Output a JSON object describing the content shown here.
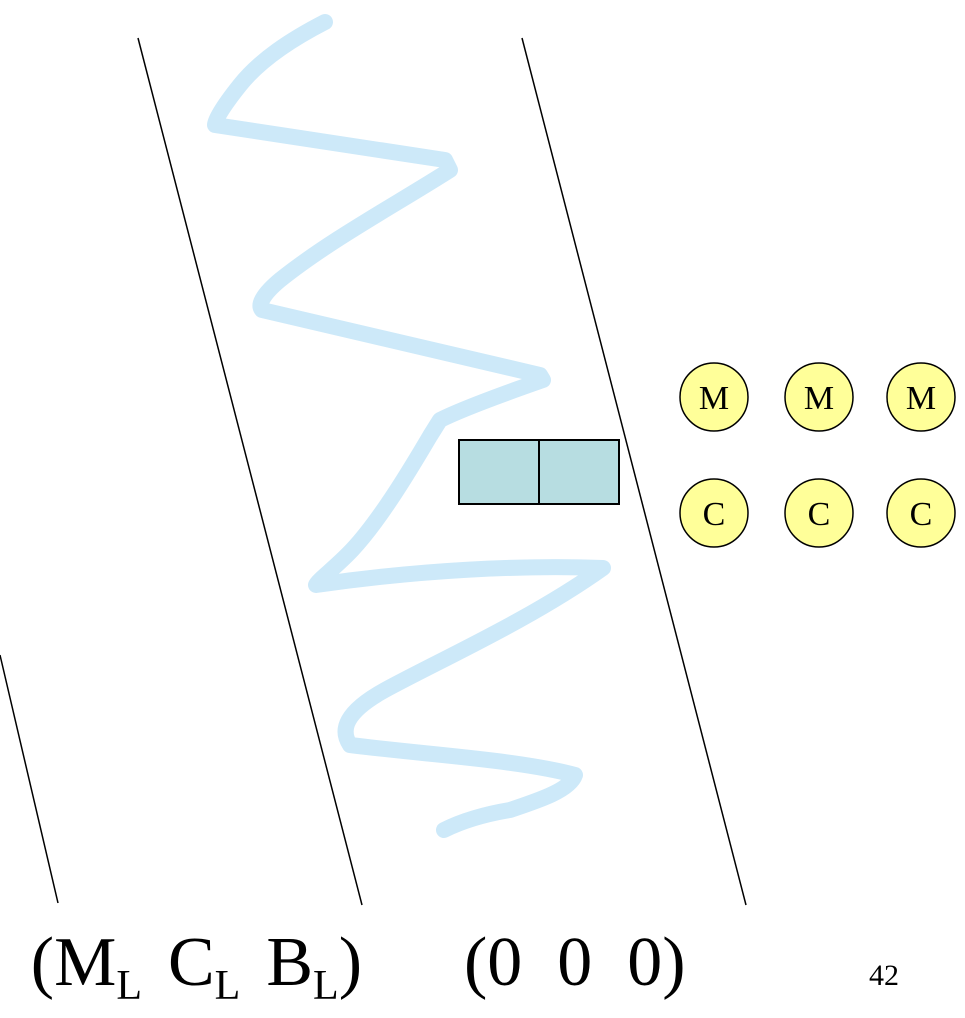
{
  "state_left": {
    "open": "(",
    "m": "M",
    "m_sub": "L",
    "c": "C",
    "c_sub": "L",
    "b": "B",
    "b_sub": "L",
    "close": ")"
  },
  "state_right": {
    "text": "(0  0  0)"
  },
  "page_number": "42",
  "tokens": {
    "top_row": [
      "M",
      "M",
      "M"
    ],
    "bottom_row": [
      "C",
      "C",
      "C"
    ]
  },
  "colors": {
    "river": "#cde9f9",
    "boat": "#b7dde1",
    "token_fill": "#ffff99",
    "line": "#000000"
  }
}
